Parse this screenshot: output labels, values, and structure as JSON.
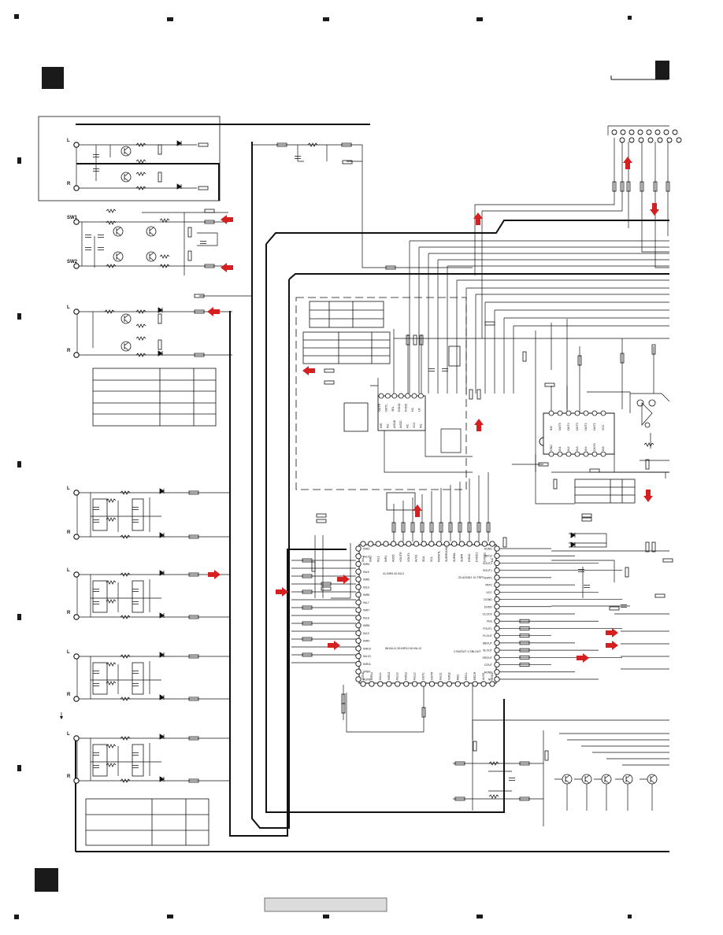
{
  "colors": {
    "ink": "#111111",
    "arrow": "#d42020",
    "footer_box": "#dcdcdc",
    "marker": "#1a1a1a"
  },
  "ports": {
    "in1_l": "L",
    "in1_r": "R",
    "sw1": "SW1",
    "sw2": "SW2",
    "in2_l": "L",
    "in2_r": "R",
    "in3_l": "L",
    "in3_r": "R",
    "in4_l": "L",
    "in4_r": "R",
    "in5_l": "L",
    "in5_r": "R",
    "in6_l": "L",
    "in6_r": "R"
  },
  "main_ic": {
    "top_pins": [
      "INL2",
      "INR2",
      "INL1",
      "INR1",
      "AVDD",
      "VOUTR",
      "VOUTL",
      "AVSS",
      "SDA",
      "SCL",
      "FRONTL",
      "SURROUND",
      "SURBL",
      "SURR",
      "DGND",
      "DVDD1",
      "DVDD2",
      "NC"
    ],
    "left_pins": [
      "INR3",
      "INL4",
      "INR4",
      "INL5",
      "INR5",
      "INL6",
      "INR6",
      "INL7",
      "INR7",
      "INL8",
      "INR8",
      "INL9",
      "INR9",
      "INR10",
      "INL10",
      "INR11",
      "VREF",
      "AGND"
    ],
    "right_pins": [
      "AGND",
      "INR12",
      "SOUT2",
      "SOUT1",
      "SWP1",
      "TRP1",
      "VCC",
      "DGND",
      "DVDD",
      "CLOCK",
      "VEE",
      "FOUTL",
      "FLOUT",
      "SBOUT",
      "SLOUT",
      "SROUT",
      "COUT",
      "AGND",
      "NC"
    ],
    "bottom_pins": [
      "AGND",
      "INR14",
      "INL14",
      "INR13",
      "INL13",
      "INR12",
      "INL12",
      "OUTL",
      "OUTR",
      "INL11",
      "INR11",
      "REC",
      "RECL",
      "RECR",
      "AVSS",
      "VDD2"
    ],
    "note_a": "41.INR3 42.INL3",
    "note_b": "20.AGND1 10.TRP3",
    "note_c": "58.INL11 59.INR12 60.INL12",
    "note_d": "2.SWOUT 1.SBLOUT"
  },
  "dsp_ic": {
    "top_pins": [
      "OUTR",
      "OUTL",
      "SEL",
      "DGND",
      "DVDD",
      "NC",
      "LR"
    ],
    "bottom_pins": [
      "INR",
      "INL",
      "AGND",
      "AVDD",
      "NC",
      "VCC",
      "INL"
    ]
  },
  "sub_ic": {
    "top_pins": [
      "IN5",
      "OUT5",
      "OUT4",
      "OUT3",
      "OUT2",
      "OUT1",
      "VCC"
    ],
    "bottom_pins": [
      "GND",
      "IN1",
      "IN2",
      "IN3",
      "IN4",
      "OUT6",
      "IN6"
    ]
  },
  "arrows_count": 17
}
